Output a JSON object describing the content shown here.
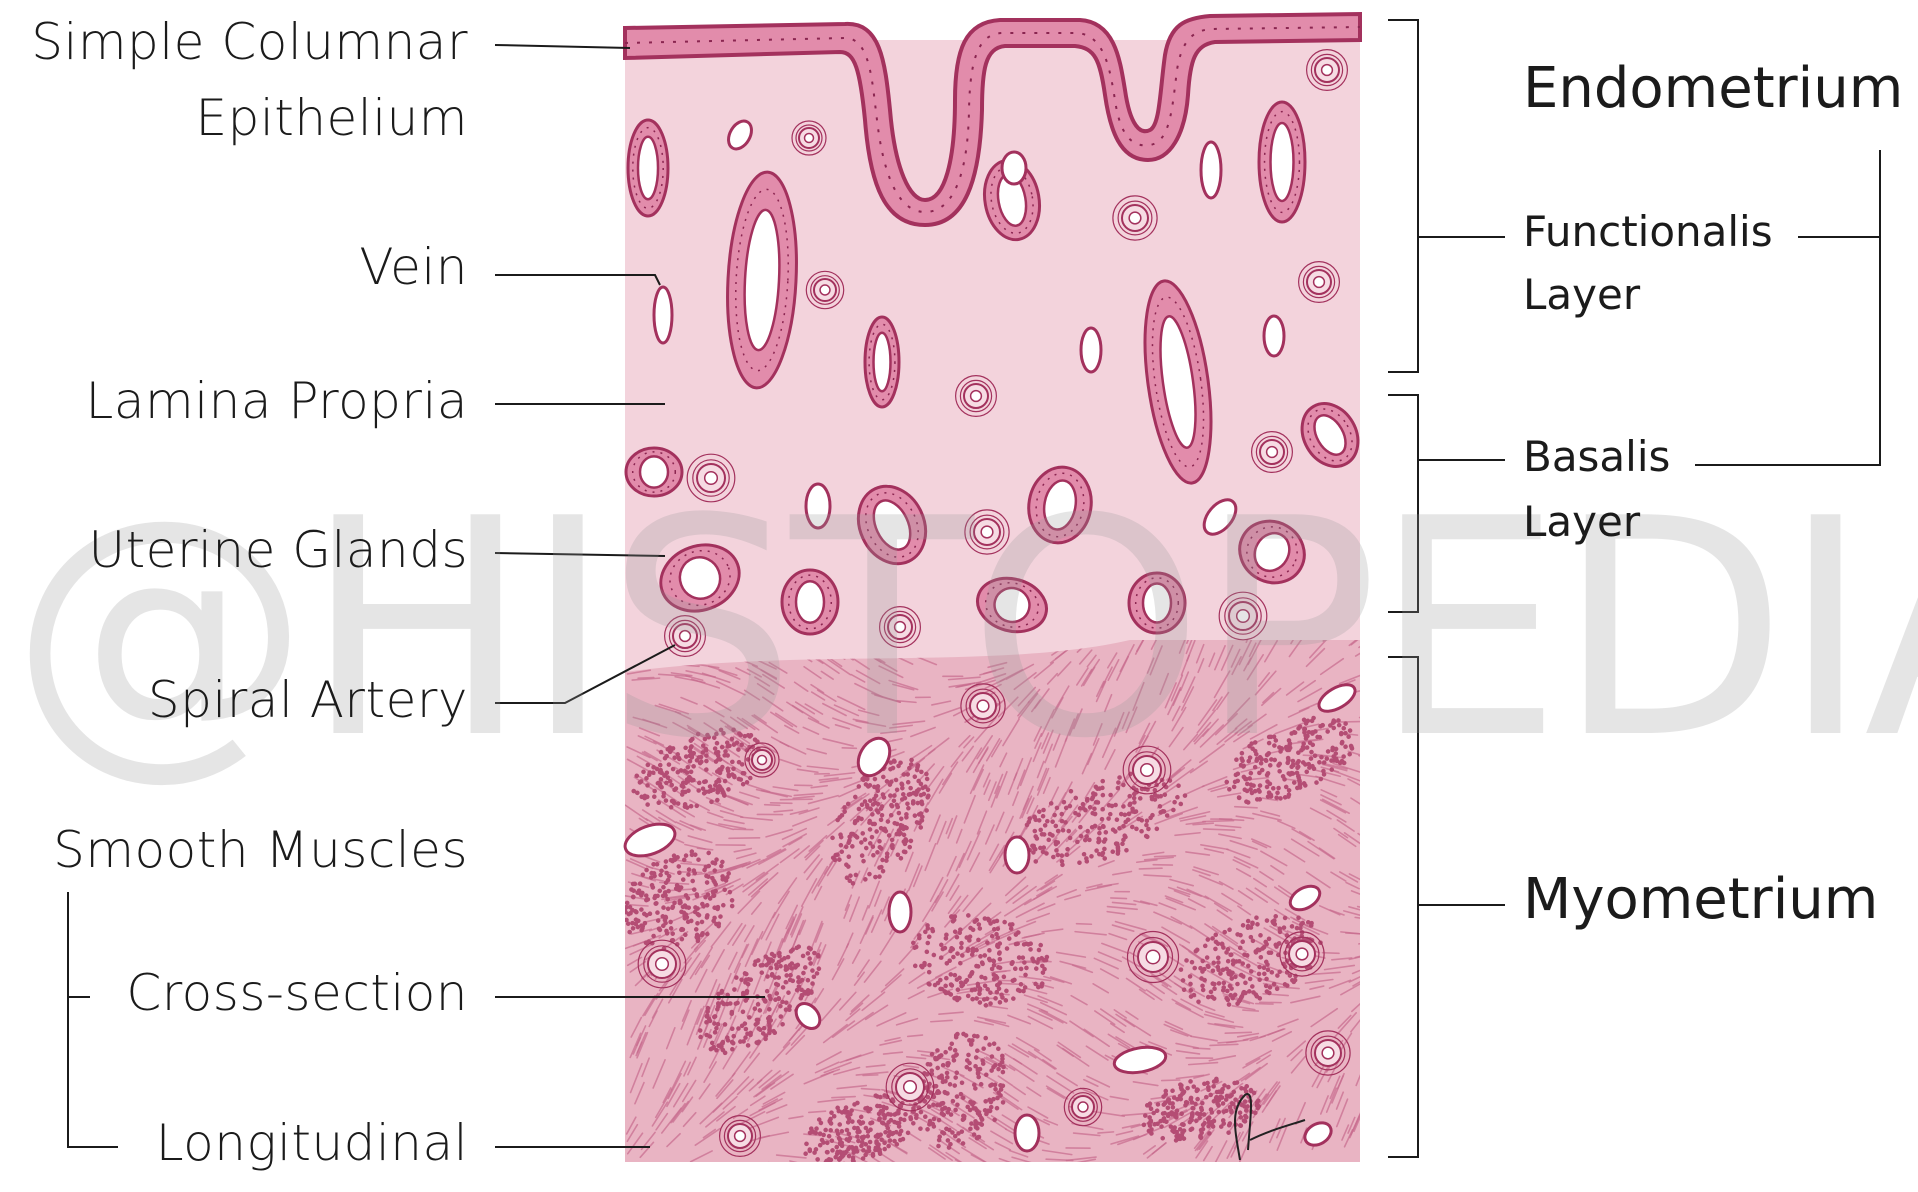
{
  "watermark": "@HISTOPEDIA",
  "labels_left": {
    "epithelium_line1": "Simple Columnar",
    "epithelium_line2": "Epithelium",
    "vein": "Vein",
    "lamina_propria": "Lamina Propria",
    "uterine_glands": "Uterine Glands",
    "spiral_artery": "Spiral Artery",
    "smooth_muscles": "Smooth Muscles",
    "cross_section": "Cross-section",
    "longitudinal": "Longitudinal"
  },
  "labels_right": {
    "endometrium": "Endometrium",
    "functionalis_line1": "Functionalis",
    "functionalis_line2": "Layer",
    "basalis_line1": "Basalis",
    "basalis_line2": "Layer",
    "myometrium": "Myometrium"
  },
  "colors": {
    "endometrium_fill": "#f3d3dc",
    "myometrium_fill": "#e9b4c3",
    "tissue_outline": "#a3315d",
    "muscle_dots": "#b44d74",
    "epithelium_fill": "#e28cab",
    "leader_line": "#1b1b1b"
  }
}
